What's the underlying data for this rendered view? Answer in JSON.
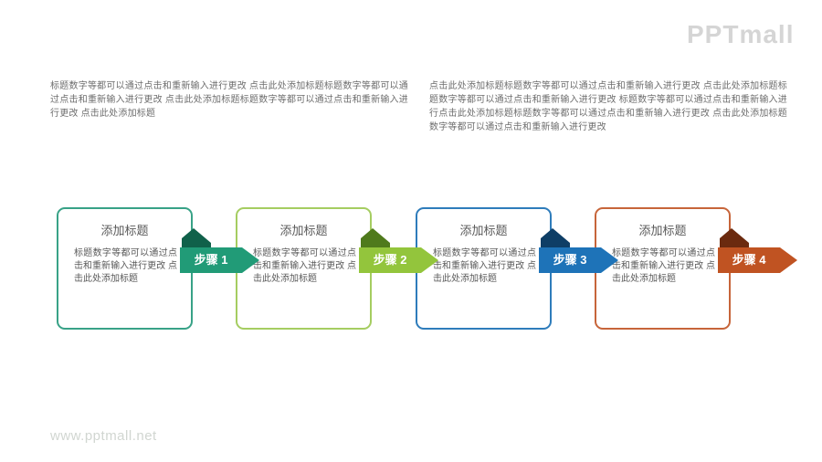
{
  "logo": {
    "text": "PPTmall",
    "color": "#d5d5d5"
  },
  "intro": {
    "left_paragraph": "标题数字等都可以通过点击和重新输入进行更改 点击此处添加标题标题数字等都可以通过点击和重新输入进行更改 点击此处添加标题标题数字等都可以通过点击和重新输入进行更改 点击此处添加标题",
    "right_paragraph": "点击此处添加标题标题数字等都可以通过点击和重新输入进行更改 点击此处添加标题标题数字等都可以通过点击和重新输入进行更改 标题数字等都可以通过点击和重新输入进行点击此处添加标题标题数字等都可以通过点击和重新输入进行更改 点击此处添加标题数字等都可以通过点击和重新输入进行更改"
  },
  "process": {
    "box_title": "添加标题",
    "box_body": "标题数字等都可以通过点击和重新输入进行更改 点击此处添加标题",
    "steps": [
      {
        "title": "添加标题",
        "body": "标题数字等都可以通过点击和重新输入进行更改 点击此处添加标题",
        "step_label": "步骤 1",
        "colors": {
          "border": "#38a287",
          "banner": "#219b77",
          "fold": "#10614a"
        }
      },
      {
        "title": "添加标题",
        "body": "标题数字等都可以通过点击和重新输入进行更改 点击此处添加标题",
        "step_label": "步骤 2",
        "colors": {
          "border": "#a5cd61",
          "banner": "#93c53c",
          "fold": "#4f7a1c"
        }
      },
      {
        "title": "添加标题",
        "body": "标题数字等都可以通过点击和重新输入进行更改 点击此处添加标题",
        "step_label": "步骤 3",
        "colors": {
          "border": "#2e7cbb",
          "banner": "#1e73b8",
          "fold": "#0e3e66"
        }
      },
      {
        "title": "添加标题",
        "body": "标题数字等都可以通过点击和重新输入进行更改 点击此处添加标题",
        "step_label": "步骤 4",
        "colors": {
          "border": "#c7653a",
          "banner": "#c05322",
          "fold": "#6b2a0f"
        }
      }
    ]
  },
  "footer": {
    "url": "www.pptmall.net"
  }
}
